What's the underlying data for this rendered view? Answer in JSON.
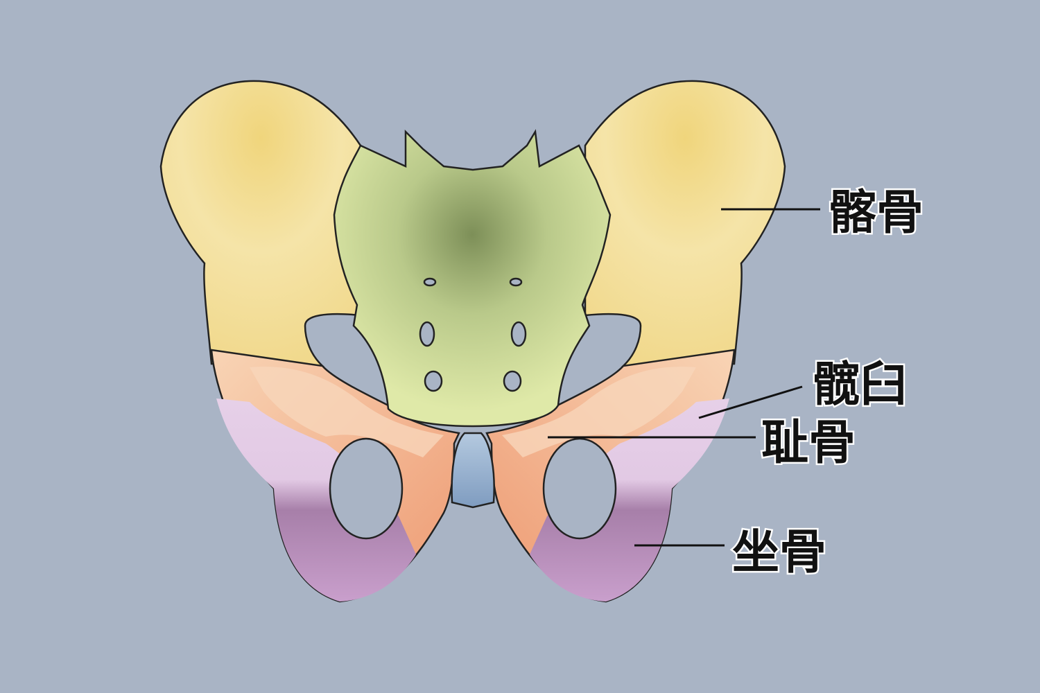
{
  "background_color": "#a9b4c5",
  "colors": {
    "ilium": "#f3dc98",
    "sacrum": "#d9e6a2",
    "acetabulum": "#e6d0e8",
    "pubis": "#f5b48e",
    "ischium": "#c596c9",
    "symphysis": "#9fb8d6"
  },
  "labels": {
    "ilium": "髂骨",
    "acetabulum": "髋臼",
    "pubis": "耻骨",
    "ischium": "坐骨"
  }
}
